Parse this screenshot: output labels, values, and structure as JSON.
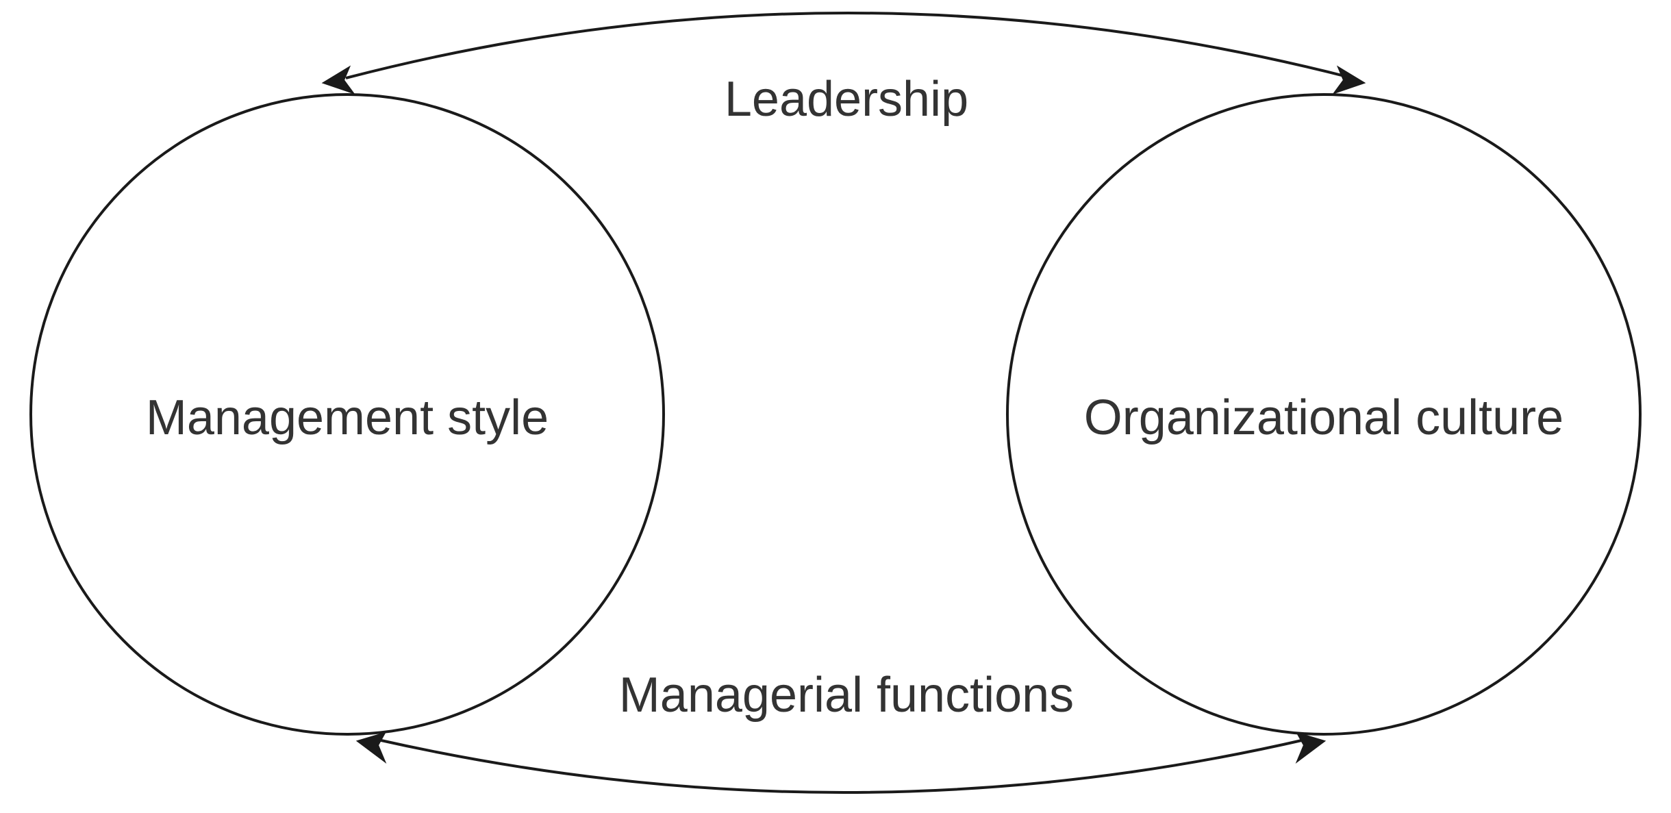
{
  "diagram": {
    "nodes": {
      "left": {
        "label": "Management style"
      },
      "right": {
        "label": "Organizational culture"
      }
    },
    "edges": {
      "top": {
        "label": "Leadership",
        "direction": "bidirectional"
      },
      "bottom": {
        "label": "Managerial functions",
        "direction": "bidirectional"
      }
    },
    "colors": {
      "stroke": "#1a1a1a",
      "text": "#333333",
      "background": "#ffffff"
    }
  }
}
